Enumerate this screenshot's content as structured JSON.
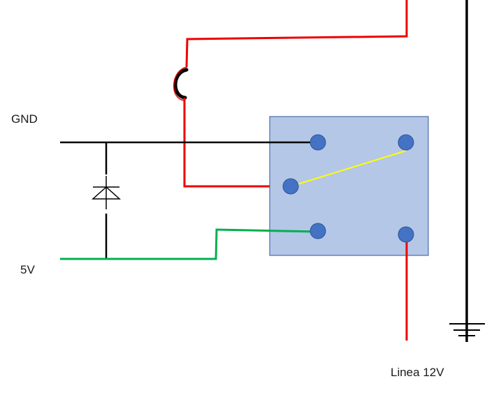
{
  "labels": {
    "gnd": "GND",
    "five_volt": "5V",
    "line_12v": "Linea 12V"
  },
  "colors": {
    "wire_red": "#ee0000",
    "wire_black": "#000000",
    "wire_green": "#00b050",
    "wire_yellow": "#ffff00",
    "relay_fill": "#b4c7e7",
    "relay_stroke": "#2f5597",
    "pin_fill": "#4472c4",
    "pin_stroke": "#2f5597"
  },
  "icons": {
    "relay": "relay-module-icon",
    "diode": "diode-icon",
    "buzzer": "buzzer-icon",
    "ground": "ground-symbol-icon"
  }
}
